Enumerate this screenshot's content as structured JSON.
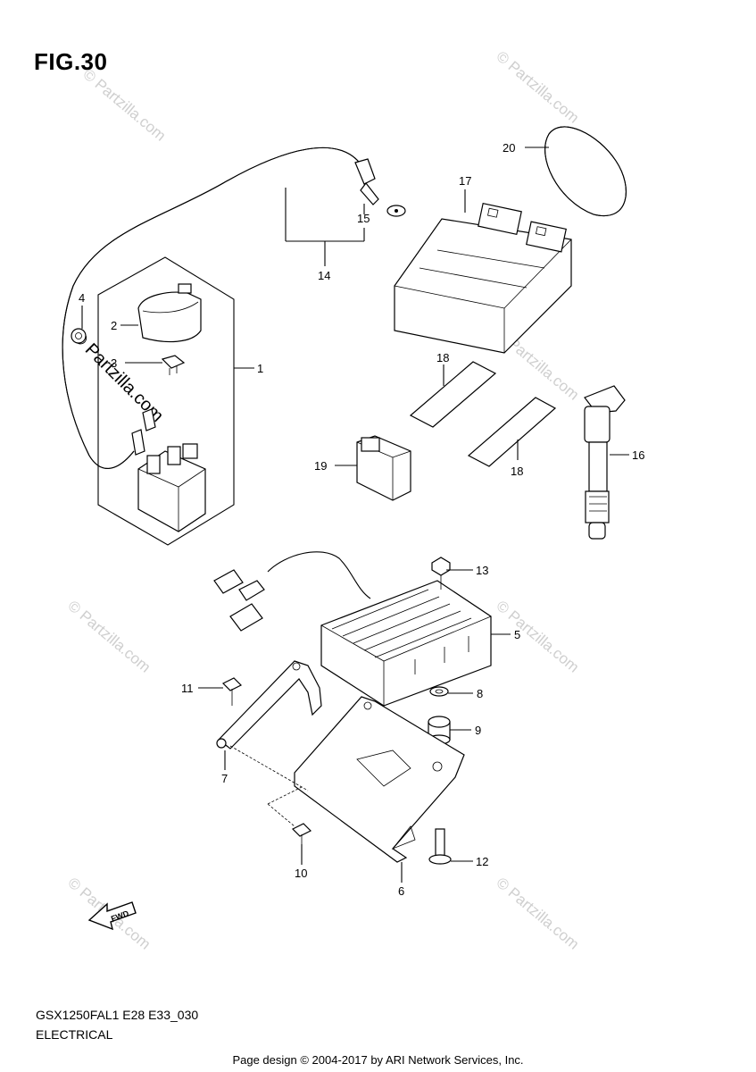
{
  "figure": {
    "title": "FIG.30",
    "model_code": "GSX1250FAL1 E28 E33_030",
    "section": "ELECTRICAL"
  },
  "footer": "Page design © 2004-2017 by ARI Network Services, Inc.",
  "watermark": {
    "text": "© Partzilla.com",
    "prominent_text": "© Partzilla.com"
  },
  "fwd_label": "FWD",
  "callouts": {
    "c1": "1",
    "c2": "2",
    "c3": "3",
    "c4": "4",
    "c5": "5",
    "c6": "6",
    "c7": "7",
    "c8": "8",
    "c9": "9",
    "c10": "10",
    "c11": "11",
    "c12": "12",
    "c13": "13",
    "c14": "14",
    "c15": "15",
    "c16": "16",
    "c17": "17",
    "c18a": "18",
    "c18b": "18",
    "c19": "19",
    "c20": "20"
  }
}
